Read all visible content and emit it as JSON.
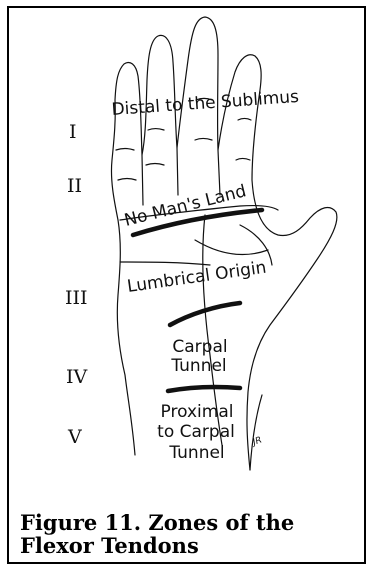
{
  "figure": {
    "caption_line1": "Figure 11. Zones of the",
    "caption_line2": "Flexor Tendons"
  },
  "zones": [
    {
      "numeral": "I",
      "label_lines": [
        "Distal to the Sublimus"
      ]
    },
    {
      "numeral": "II",
      "label_lines": [
        "No Man's Land"
      ]
    },
    {
      "numeral": "III",
      "label_lines": [
        "Lumbrical Origin"
      ]
    },
    {
      "numeral": "IV",
      "label_lines": [
        "Carpal",
        "Tunnel"
      ]
    },
    {
      "numeral": "V",
      "label_lines": [
        "Proximal",
        "to Carpal",
        "Tunnel"
      ]
    }
  ],
  "artist_initials": "JR",
  "colors": {
    "ink": "#111111",
    "frame": "#000000",
    "background": "#ffffff"
  }
}
